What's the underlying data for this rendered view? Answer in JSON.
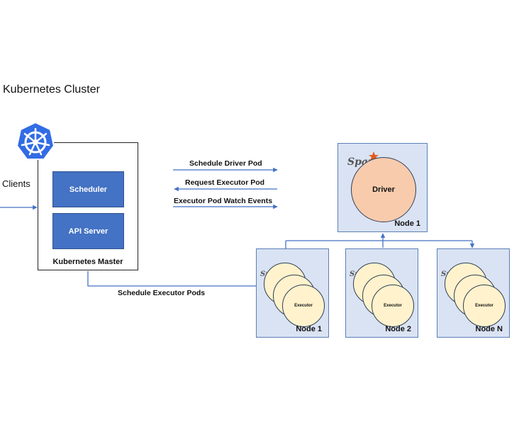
{
  "cluster_title": "Kubernetes Cluster",
  "clients_label": "Clients",
  "master": {
    "label": "Kubernetes  Master",
    "components": [
      "Scheduler",
      "API Server"
    ]
  },
  "arrows": {
    "schedule_driver_pod": "Schedule Driver Pod",
    "request_executor_pod": "Request Executor Pod",
    "executor_pod_watch_events": "Executor Pod Watch Events",
    "schedule_executor_pods": "Schedule Executor Pods"
  },
  "driver_node": {
    "label": "Node 1",
    "pod": "Driver"
  },
  "executor_nodes": [
    {
      "label": "Node 1",
      "executor": "Executor"
    },
    {
      "label": "Node 2",
      "executor": "Executor"
    },
    {
      "label": "Node N",
      "executor": "Executor"
    }
  ],
  "spark_logo_text": "Spark",
  "colors": {
    "component_fill": "#4472c4",
    "node_fill": "#dae3f3",
    "driver_fill": "#f8cbad",
    "executor_fill": "#fff2cc",
    "arrow": "#4472c4",
    "k8s_blue": "#326ce5",
    "spark_star": "#e25a1c"
  },
  "icons": [
    "kubernetes-logo-icon",
    "spark-logo-icon"
  ]
}
